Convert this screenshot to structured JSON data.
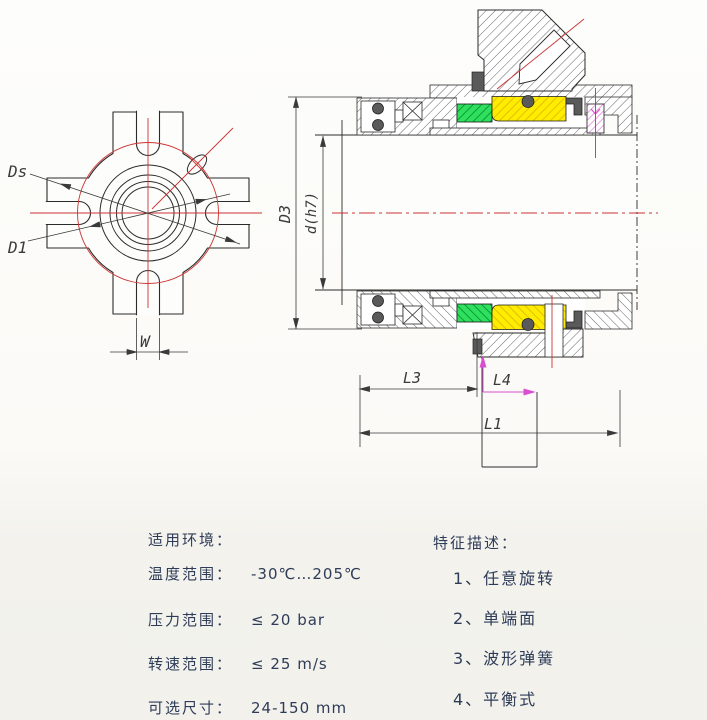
{
  "drawing": {
    "labels": {
      "ds": "Ds",
      "d1": "D1",
      "w": "W",
      "d3": "D3",
      "dh7": "d(h7)",
      "l3": "L3",
      "l4": "L4",
      "l1": "L1"
    },
    "colors": {
      "centerline_red": "#cc3333",
      "seat_green": "#2fe05f",
      "seat_green_hatch": "#0b9e38",
      "face_yellow": "#ffec00",
      "face_yellow_hatch": "#d8b700",
      "setscrew_magenta": "#d94fd0",
      "elastomer_gray": "#5a5a5a"
    }
  },
  "specs": {
    "title": "适用环境：",
    "rows": [
      {
        "label": "温度范围：",
        "value": "-30℃…205℃"
      },
      {
        "label": "压力范围：",
        "value": "≤  20 bar"
      },
      {
        "label": "转速范围：",
        "value": "≤  25 m/s"
      },
      {
        "label": "可选尺寸：",
        "value": "24-150 mm"
      }
    ]
  },
  "features": {
    "title": "特征描述：",
    "items": [
      "1、任意旋转",
      "2、单端面",
      "3、波形弹簧",
      "4、平衡式"
    ]
  }
}
